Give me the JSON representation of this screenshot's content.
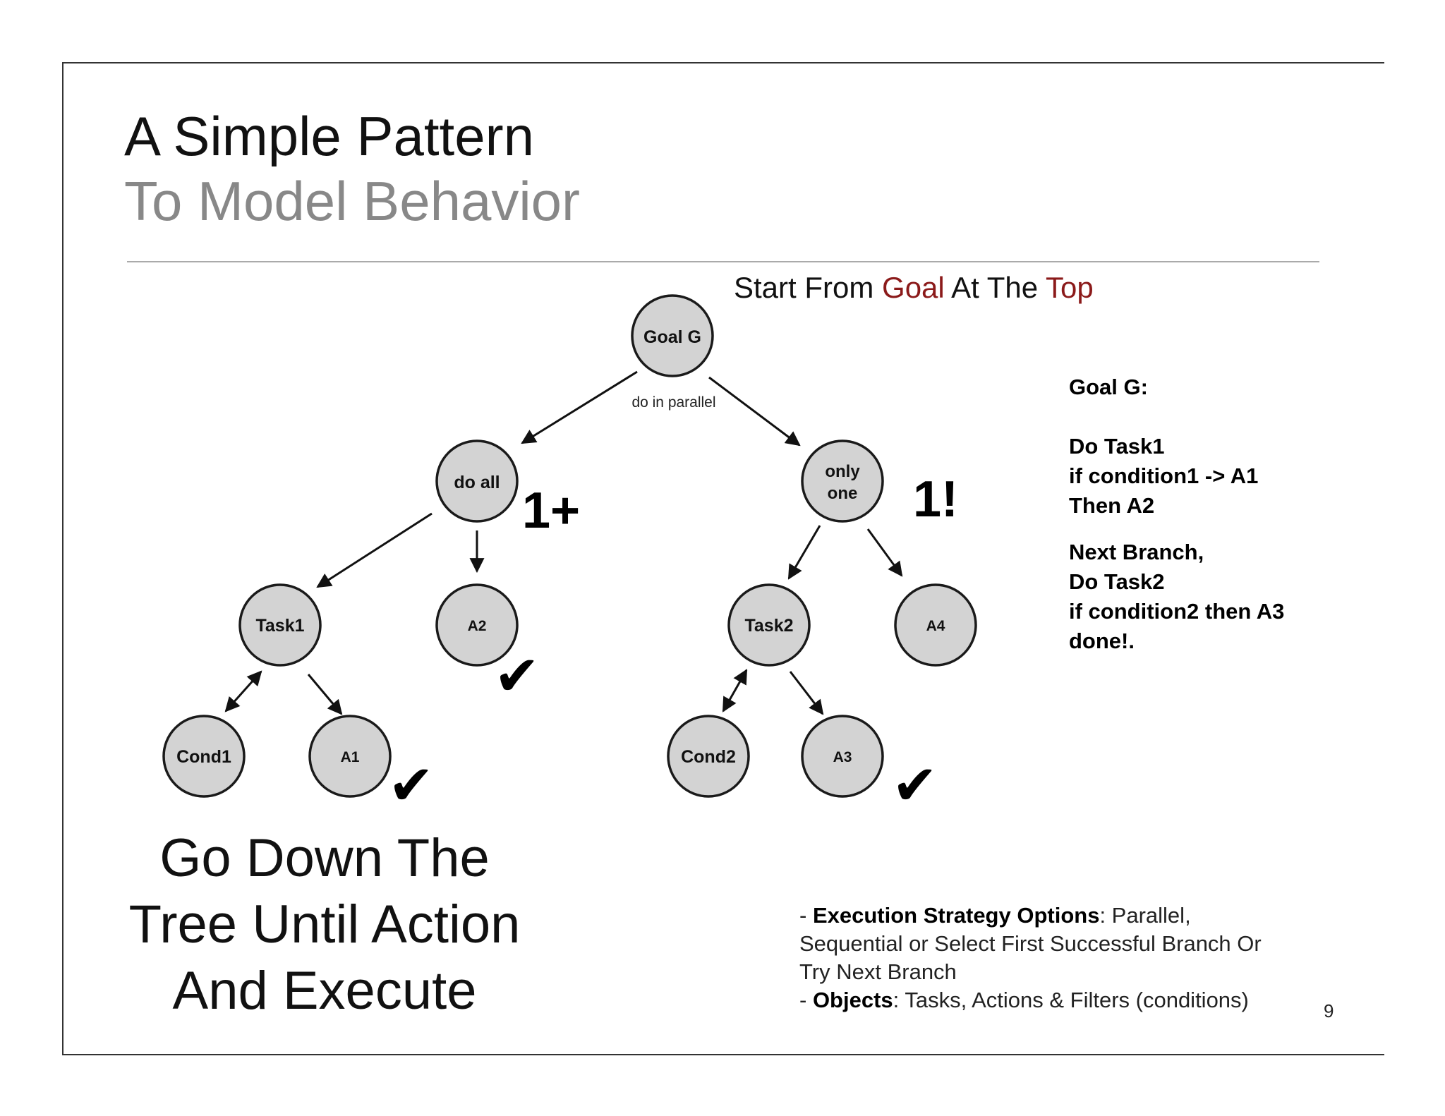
{
  "title": {
    "line1": "A Simple Pattern",
    "line2": "To Model Behavior"
  },
  "heading": {
    "part1": "Start From ",
    "goal": "Goal",
    "part2": " At The ",
    "top": "Top"
  },
  "nodes": {
    "goal": "Goal G",
    "do_all": "do all",
    "only_one_line1": "only",
    "only_one_line2": "one",
    "task1": "Task1",
    "a2": "A2",
    "task2": "Task2",
    "a4": "A4",
    "cond1": "Cond1",
    "a1": "A1",
    "cond2": "Cond2",
    "a3": "A3"
  },
  "labels": {
    "parallel": "do in parallel",
    "one_plus": "1+",
    "one_excl": "1!",
    "check": "✔"
  },
  "description": {
    "title": "Goal G:",
    "lines_a": [
      "Do Task1",
      "if condition1 -> A1",
      "Then A2"
    ],
    "lines_b": [
      "Next Branch,",
      "Do Task2",
      "if condition2 then A3",
      "done!."
    ]
  },
  "big_text": [
    "Go Down The",
    "Tree Until Action",
    "And Execute"
  ],
  "notes": {
    "line1_prefix": "- ",
    "line1_bold": "Execution Strategy Options",
    "line1_rest": ": Parallel,",
    "line2": "Sequential  or Select First Successful Branch Or",
    "line3": "Try Next Branch",
    "line4_prefix": "- ",
    "line4_bold": "Objects",
    "line4_rest": ": Tasks, Actions & Filters (conditions)"
  },
  "page_number": "9",
  "colors": {
    "node_fill": "#d3d3d3",
    "node_stroke": "#1a1a1a",
    "accent": "#8b1a1a",
    "subtitle": "#888888"
  }
}
